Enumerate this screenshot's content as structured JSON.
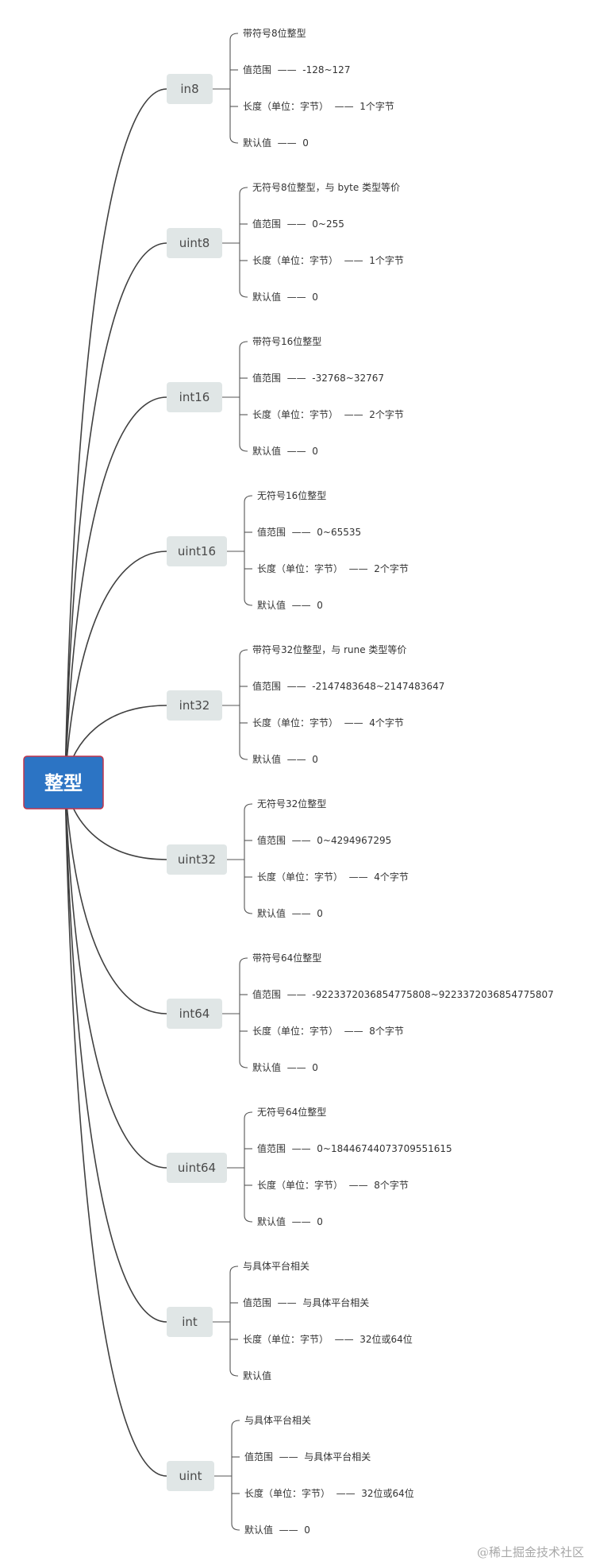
{
  "root": {
    "label": "整型"
  },
  "branches": [
    {
      "label": "in8",
      "children": [
        "带符号8位整型",
        "值范围  ——  -128~127",
        "长度（单位：字节）  ——  1个字节",
        "默认值  ——  0"
      ]
    },
    {
      "label": "uint8",
      "children": [
        "无符号8位整型，与 byte 类型等价",
        "值范围  ——  0~255",
        "长度（单位：字节）  ——  1个字节",
        "默认值  ——  0"
      ]
    },
    {
      "label": "int16",
      "children": [
        "带符号16位整型",
        "值范围  ——  -32768~32767",
        "长度（单位：字节）  ——  2个字节",
        "默认值  ——  0"
      ]
    },
    {
      "label": "uint16",
      "children": [
        "无符号16位整型",
        "值范围  ——  0~65535",
        "长度（单位：字节）  ——  2个字节",
        "默认值  ——  0"
      ]
    },
    {
      "label": "int32",
      "children": [
        "带符号32位整型，与 rune 类型等价",
        "值范围  ——  -2147483648~2147483647",
        "长度（单位：字节）  ——  4个字节",
        "默认值  ——  0"
      ]
    },
    {
      "label": "uint32",
      "children": [
        "无符号32位整型",
        "值范围  ——  0~4294967295",
        "长度（单位：字节）  ——  4个字节",
        "默认值  ——  0"
      ]
    },
    {
      "label": "int64",
      "children": [
        "带符号64位整型",
        "值范围  ——  -9223372036854775808~9223372036854775807",
        "长度（单位：字节）  ——  8个字节",
        "默认值  ——  0"
      ]
    },
    {
      "label": "uint64",
      "children": [
        "无符号64位整型",
        "值范围  ——  0~18446744073709551615",
        "长度（单位：字节）  ——  8个字节",
        "默认值  ——  0"
      ]
    },
    {
      "label": "int",
      "children": [
        "与具体平台相关",
        "值范围  ——  与具体平台相关",
        "长度（单位：字节）  ——  32位或64位",
        "默认值"
      ]
    },
    {
      "label": "uint",
      "children": [
        "与具体平台相关",
        "值范围  ——  与具体平台相关",
        "长度（单位：字节）  ——  32位或64位",
        "默认值  ——  0"
      ]
    }
  ],
  "watermark": "@稀土掘金技术社区"
}
